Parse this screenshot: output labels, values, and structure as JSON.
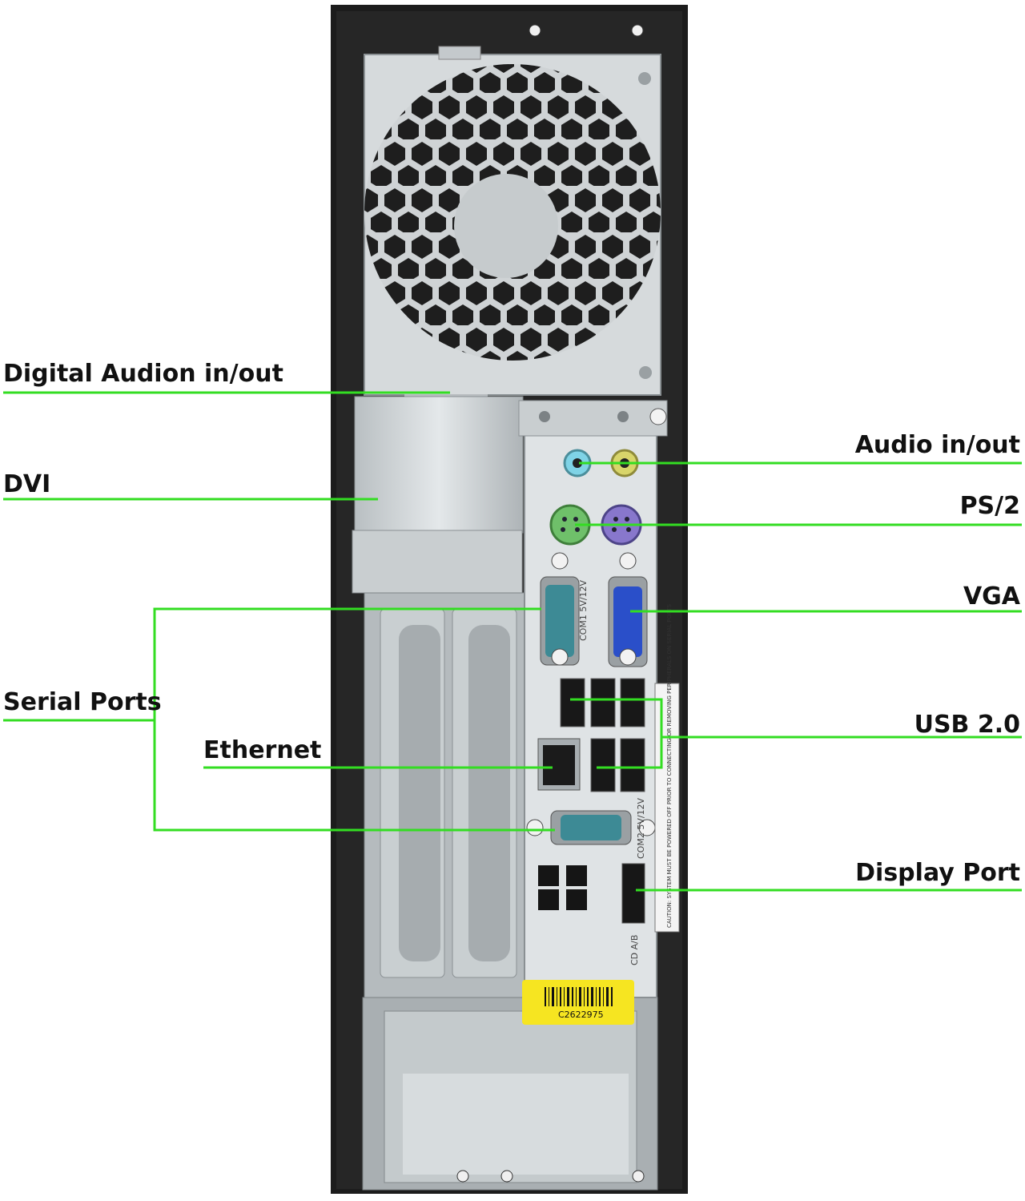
{
  "labels": {
    "digital_audio": "Digital Audion in/out",
    "dvi": "DVI",
    "serial_ports": "Serial Ports",
    "ethernet": "Ethernet",
    "audio": "Audio in/out",
    "ps2": "PS/2",
    "vga": "VGA",
    "usb": "USB 2.0",
    "display_port": "Display Port"
  },
  "chassis_text": {
    "com1": "COM1 5V/12V",
    "com2": "COM2 5V/12V",
    "cd": "CD A/B",
    "caution": "CAUTION: SYSTEM MUST BE POWERED OFF PRIOR TO CONNECTING OR REMOVING PERIPHERALS ON SERIAL PORTS",
    "barcode": "C2622975"
  },
  "colors": {
    "leader_line": "#33dd22",
    "case": "#1c1c1c",
    "panel": "#d8dde0",
    "barcode_sticker": "#f6e521",
    "ps2_mouse": "#6fc06a",
    "ps2_keyboard": "#8877cc",
    "audio_in": "#7fd3e6",
    "audio_out": "#d8d56a",
    "vga": "#2a4fc9",
    "serial": "#3d8a95"
  }
}
